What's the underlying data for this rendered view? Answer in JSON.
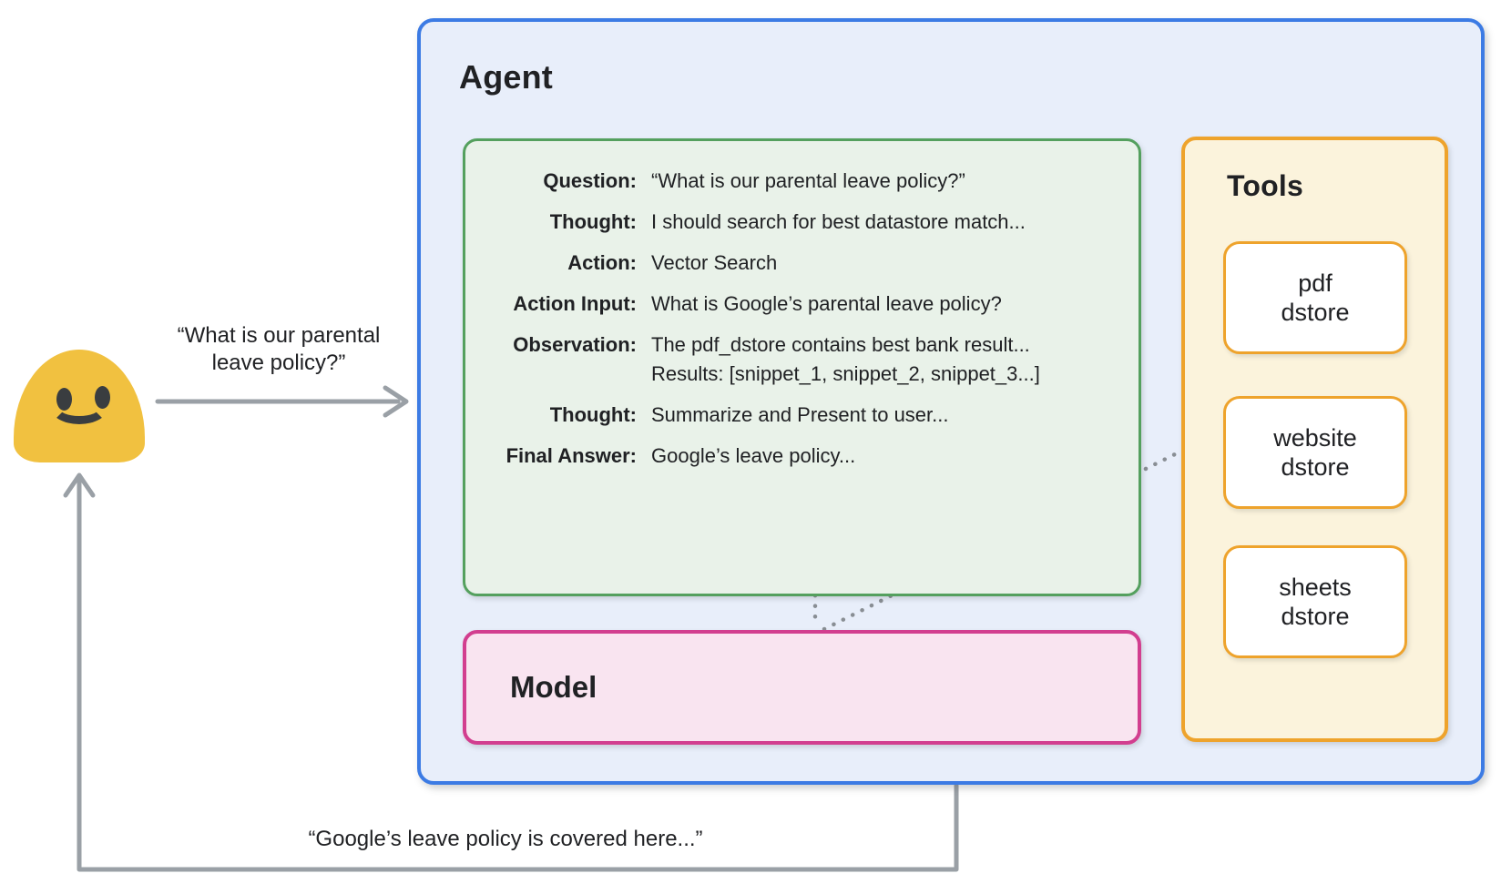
{
  "colors": {
    "agent_fill": "#E8EEFA",
    "agent_border": "#3C7BE4",
    "trace_fill": "#E9F2E9",
    "trace_border": "#54A05E",
    "model_fill": "#F9E4F0",
    "model_border": "#D23E8F",
    "tools_fill": "#FBF3DC",
    "tools_border": "#EEA32C",
    "card_fill": "#FFFFFF",
    "arrow_gray": "#9AA0A6",
    "connector_gray": "#898E94",
    "emoji_yellow": "#F1C140",
    "emoji_features": "#3A3D40",
    "text": "#202124"
  },
  "icons": {
    "user": "smiley-face-emoji"
  },
  "query_label": "“What is our parental\nleave policy?”",
  "response_label": "“Google’s leave policy is covered here...”",
  "agent": {
    "title": "Agent",
    "trace": {
      "rows": [
        {
          "label": "Question:",
          "value": "“What is our parental leave policy?”"
        },
        {
          "label": "Thought:",
          "value": "I should search for best datastore match..."
        },
        {
          "label": "Action:",
          "value": "Vector Search"
        },
        {
          "label": "Action Input:",
          "value": "What is Google’s parental leave policy?"
        },
        {
          "label": "Observation:",
          "value": "The pdf_dstore contains best bank result...\nResults: [snippet_1, snippet_2, snippet_3...]"
        },
        {
          "label": "Thought:",
          "value": "Summarize and Present to user..."
        },
        {
          "label": "Final Answer:",
          "value": "Google’s leave policy..."
        }
      ]
    },
    "model": {
      "title": "Model"
    },
    "tools": {
      "title": "Tools",
      "items": [
        "pdf\ndstore",
        "website\ndstore",
        "sheets\ndstore"
      ]
    }
  }
}
